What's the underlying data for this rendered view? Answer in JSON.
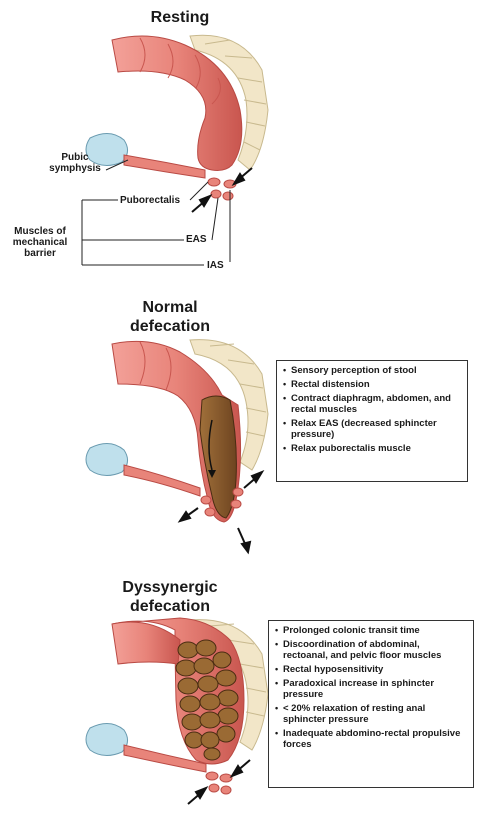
{
  "panels": [
    {
      "title": "Resting",
      "labels": {
        "pubic_symphysis": "Pubic\nsymphysis",
        "puborectalis": "Puborectalis",
        "muscles": "Muscles of\nmechanical\nbarrier",
        "eas": "EAS",
        "ias": "IAS"
      }
    },
    {
      "title": "Normal\ndefecation",
      "items": [
        "Sensory perception of stool",
        "Rectal distension",
        "Contract diaphragm, abdomen, and rectal muscles",
        "Relax EAS (decreased sphincter pressure)",
        "Relax puborectalis muscle"
      ]
    },
    {
      "title": "Dyssynergic\ndefecation",
      "items": [
        "Prolonged colonic transit time",
        "Discoordination of abdominal, rectoanal, and pelvic floor muscles",
        "Rectal hyposensitivity",
        "Paradoxical increase in sphincter pressure",
        "< 20% relaxation of resting anal sphincter pressure",
        "Inadequate abdomino-rectal propulsive forces"
      ]
    }
  ],
  "colors": {
    "colon": "#e8847a",
    "colon_dark": "#c9564f",
    "stool": "#8b5a2b",
    "bone": "#f2e6c8",
    "pubis": "#bfe0ec"
  }
}
